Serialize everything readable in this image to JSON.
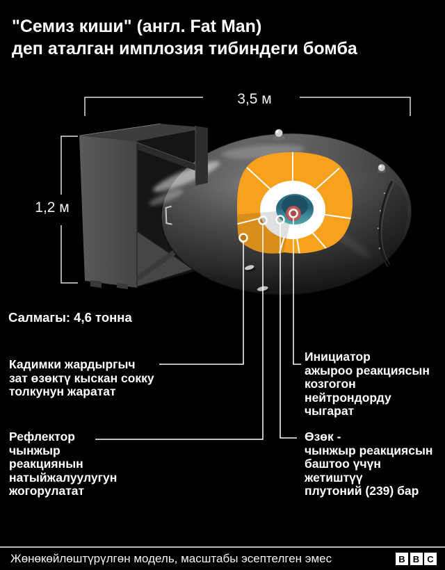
{
  "title": "\"Семиз киши\" (англ. Fat Man)\nдеп аталган имплозия тибиндеги бомба",
  "dimensions": {
    "length": "3,5 м",
    "height": "1,2 м"
  },
  "weight": "Салмагы: 4,6 тонна",
  "callouts": {
    "explosive": "Кадимки жардыргыч\nзат өзөктү кыскан сокку\nтолкунун жаратат",
    "initiator": "Инициатор\nажыроо реакциясын\nкозгогон\nнейтрондорду\nчыгарат",
    "reflector": "Рефлектор\nчынжыр\nреакциянын\nнатыйжалуулугун\nжогорулатат",
    "core": "Өзөк -\nчынжыр реакциясын\nбаштоо үчүн\nжетиштүү\nплутоний (239) бар"
  },
  "footer": {
    "note": "Жөнөкөйлөштүрүлгөн модель, масштабы эсептелген эмес",
    "logo_letters": [
      "B",
      "B",
      "C"
    ]
  },
  "colors": {
    "background": "#000000",
    "explosive_orange": "#F7A11E",
    "reflector_white": "#FFFFFF",
    "core_teal": "#2A7185",
    "initiator_red": "#C25A5C",
    "bomb_gray": "#4E4E4E",
    "line_white": "#FFFFFF",
    "dim_line": "#E0E0E0"
  }
}
